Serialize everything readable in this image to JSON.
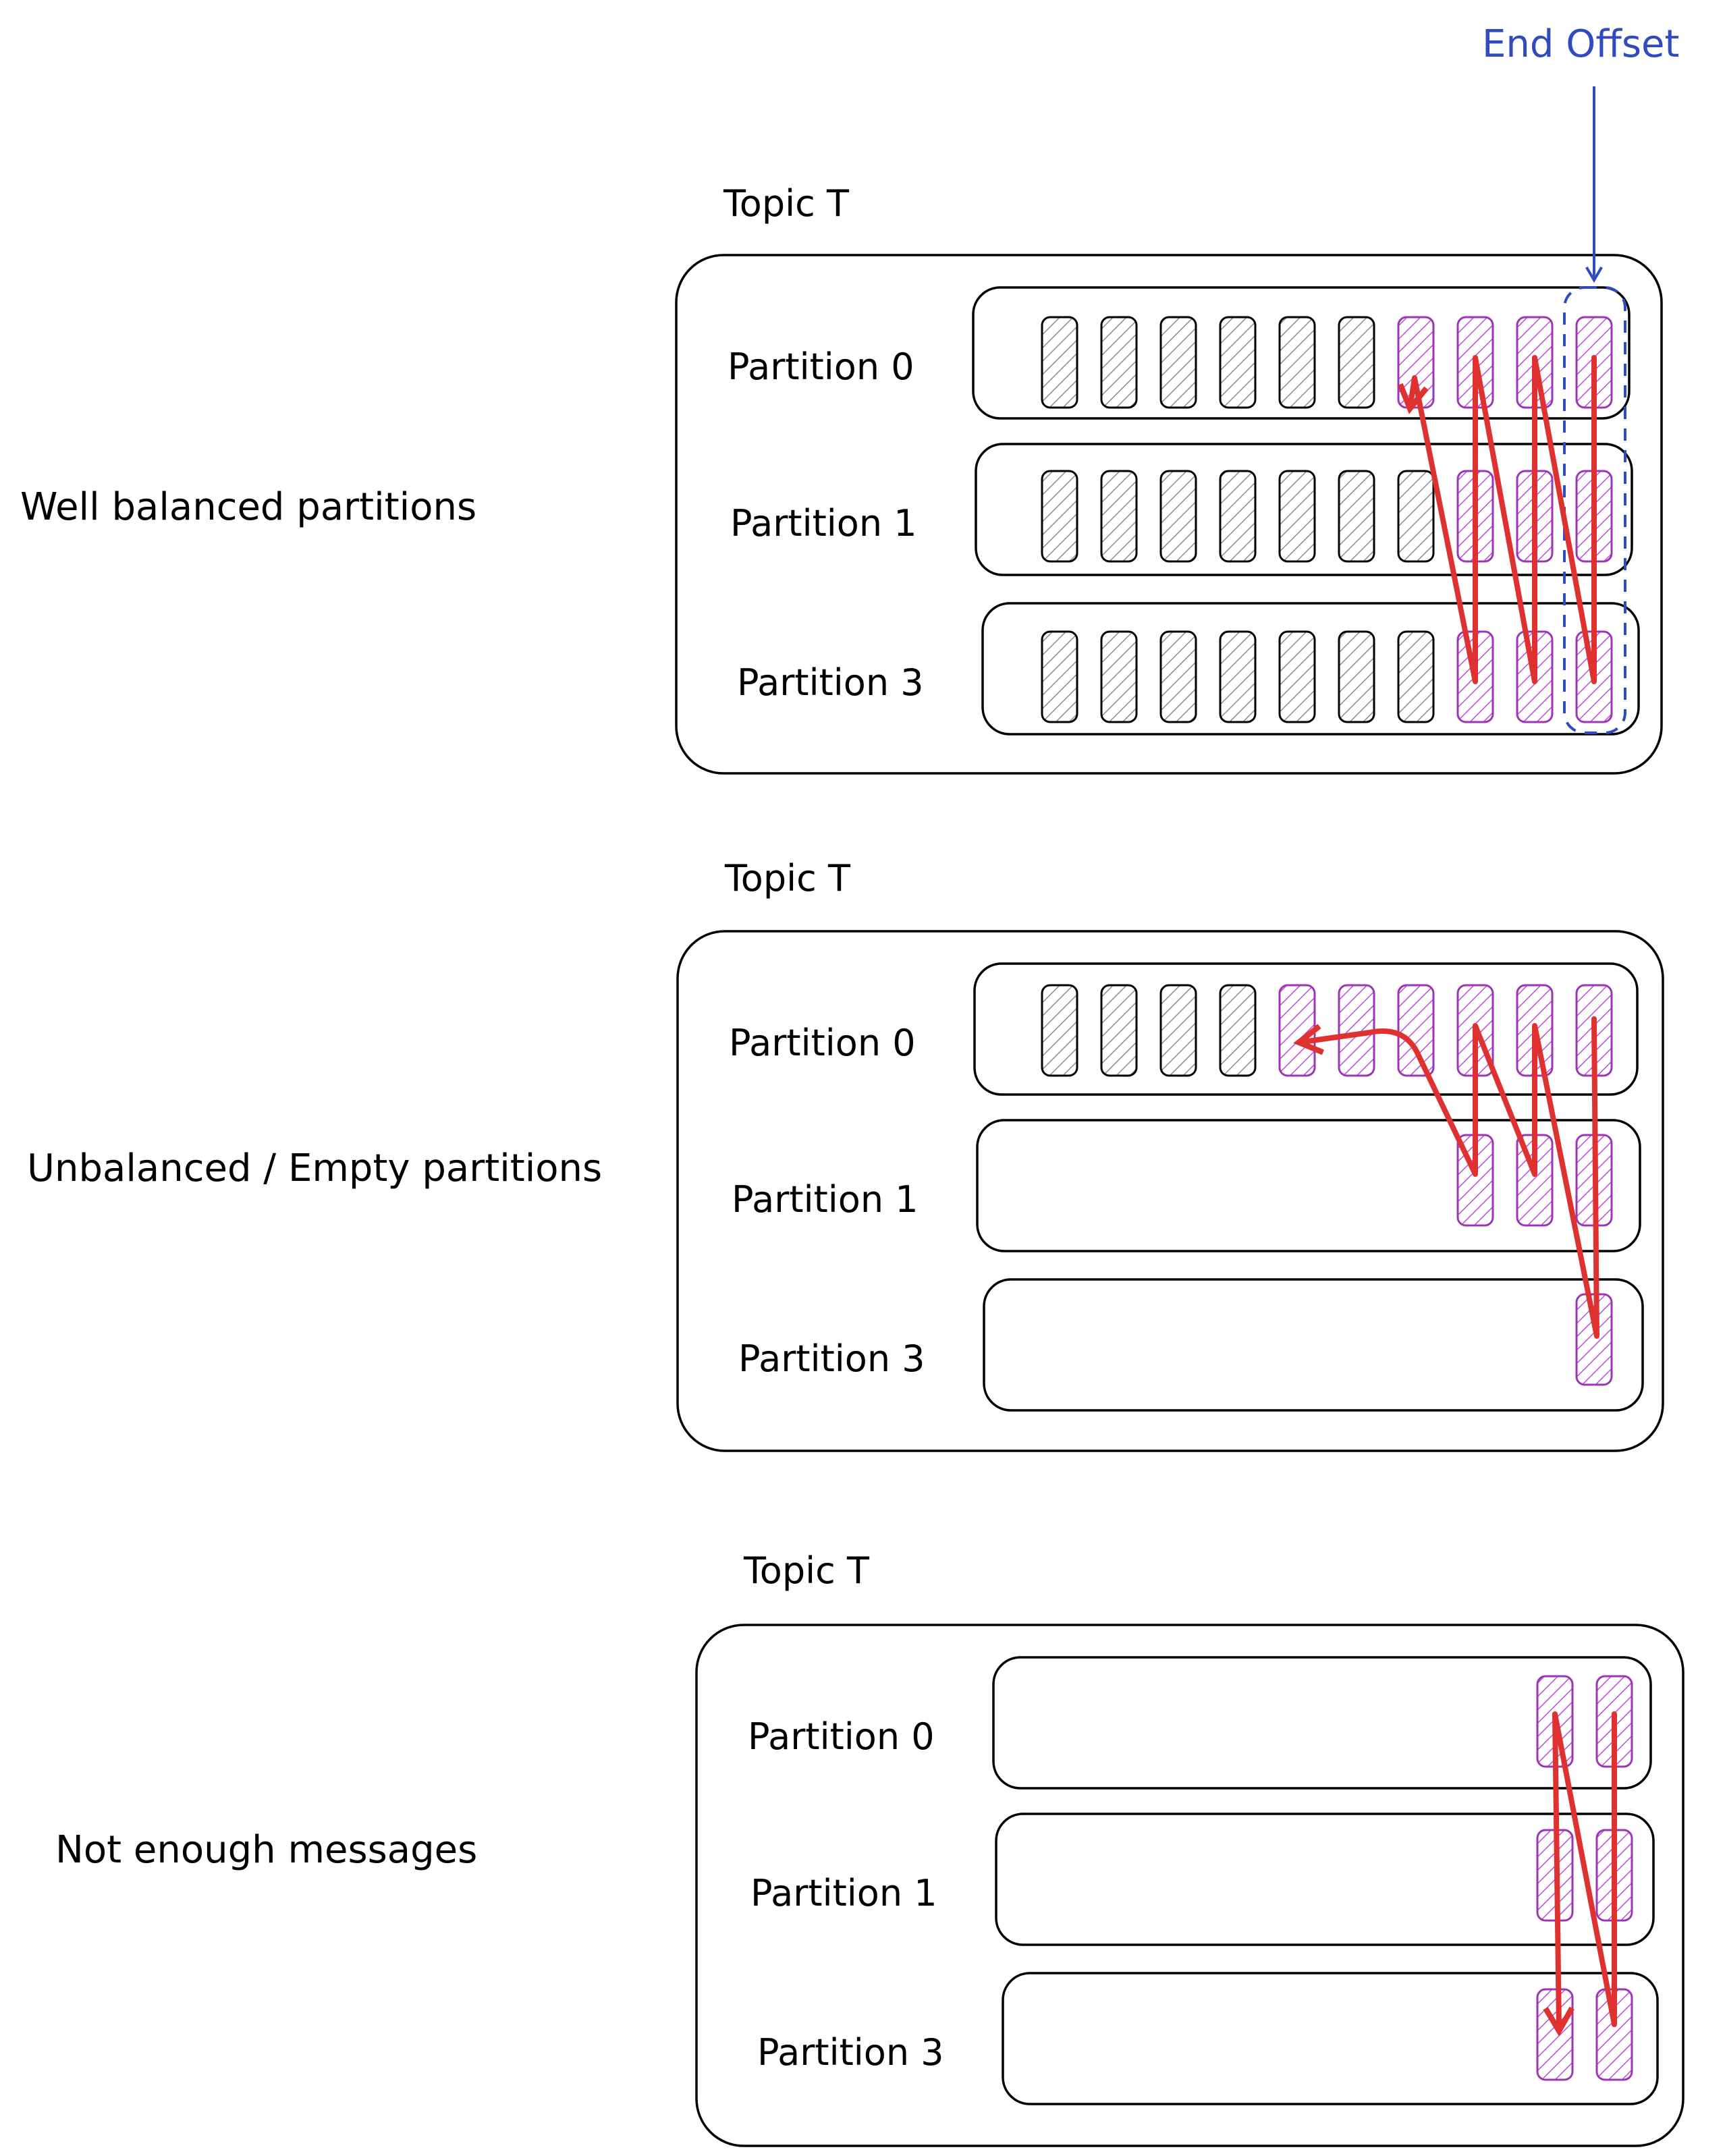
{
  "colors": {
    "old_message": "#868e96",
    "new_message": "#9c36b5",
    "arrow": "#e03131",
    "end_offset": "#2f4bbf"
  },
  "annotation": {
    "end_offset_label": "End Offset"
  },
  "scenarios": [
    {
      "description": "Well balanced partitions",
      "topic": "Topic T",
      "partitions": [
        {
          "label": "Partition 0",
          "old_messages": 6,
          "new_messages": 4
        },
        {
          "label": "Partition 1",
          "old_messages": 7,
          "new_messages": 3
        },
        {
          "label": "Partition 3",
          "old_messages": 7,
          "new_messages": 3
        }
      ]
    },
    {
      "description": "Unbalanced / Empty partitions",
      "topic": "Topic T",
      "partitions": [
        {
          "label": "Partition 0",
          "old_messages": 4,
          "new_messages": 6
        },
        {
          "label": "Partition 1",
          "old_messages": 0,
          "new_messages": 3
        },
        {
          "label": "Partition 3",
          "old_messages": 0,
          "new_messages": 1
        }
      ]
    },
    {
      "description": "Not enough messages",
      "topic": "Topic T",
      "partitions": [
        {
          "label": "Partition 0",
          "old_messages": 0,
          "new_messages": 2
        },
        {
          "label": "Partition 1",
          "old_messages": 0,
          "new_messages": 2
        },
        {
          "label": "Partition 3",
          "old_messages": 0,
          "new_messages": 2
        }
      ]
    }
  ]
}
